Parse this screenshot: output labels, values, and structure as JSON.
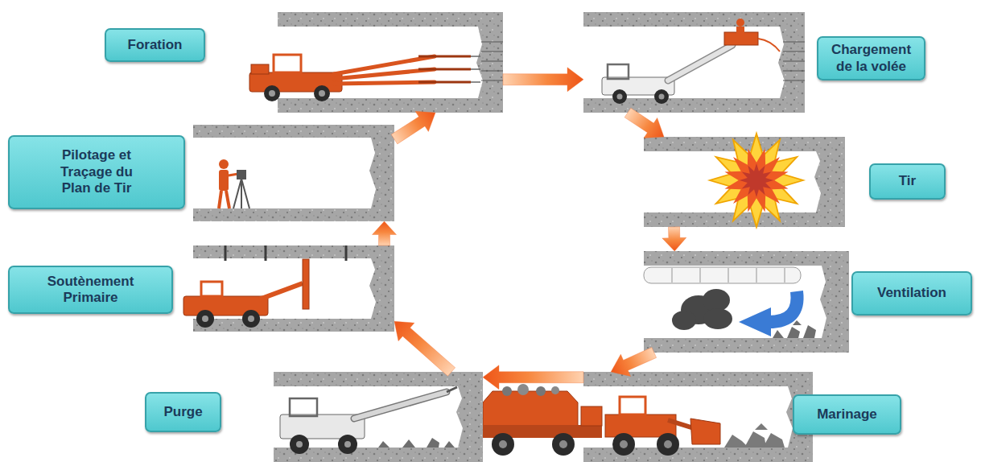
{
  "diagram": {
    "nodes": [
      {
        "text": [
          "Foration"
        ]
      },
      {
        "text": [
          "Chargement de la volée"
        ]
      },
      {
        "text": [
          "Tir"
        ]
      },
      {
        "text": [
          "Ventilation"
        ]
      },
      {
        "text": [
          "Marinage"
        ]
      },
      {
        "text": [
          "Purge"
        ]
      },
      {
        "text": [
          "Soutènement Primaire"
        ]
      },
      {
        "text": [
          "Pilotage et Traçage du Plan de Tir"
        ]
      }
    ],
    "edges": [
      {
        "from": 0,
        "to": 1,
        "arrow": "to"
      },
      {
        "from": 1,
        "to": 2,
        "arrow": "to"
      },
      {
        "from": 2,
        "to": 3,
        "arrow": "to"
      },
      {
        "from": 3,
        "to": 4,
        "arrow": "to"
      },
      {
        "from": 4,
        "to": 5,
        "arrow": "to"
      },
      {
        "from": 5,
        "to": 6,
        "arrow": "to"
      },
      {
        "from": 6,
        "to": 7,
        "arrow": "to"
      },
      {
        "from": 7,
        "to": 0,
        "arrow": "to"
      }
    ]
  }
}
